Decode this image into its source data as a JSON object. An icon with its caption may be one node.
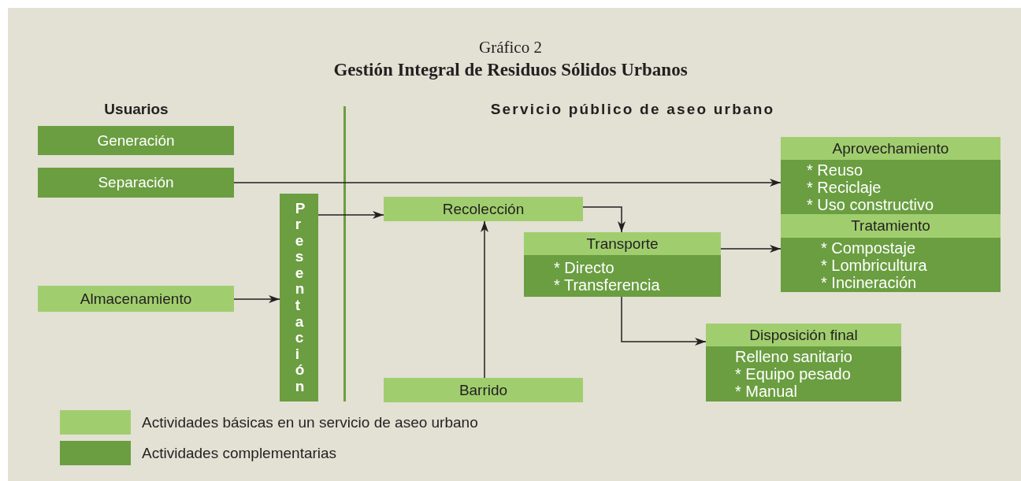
{
  "diagram": {
    "title": "Gestión Integral de Residuos Sólidos Urbanos",
    "nodes": [
      {
        "text": [
          "Generación"
        ]
      },
      {
        "text": [
          "Separación"
        ]
      },
      {
        "text": [
          "Almacenamiento"
        ]
      },
      {
        "text": [
          "Presentación"
        ]
      },
      {
        "text": [
          "Recolección"
        ]
      },
      {
        "text": [
          "Barrido"
        ]
      },
      {
        "text": [
          "Transporte",
          "* Directo",
          "* Transferencia"
        ]
      },
      {
        "text": [
          "Aprovechamiento",
          "* Reuso",
          "* Reciclaje",
          "* Uso constructivo"
        ]
      },
      {
        "text": [
          "Tratamiento",
          "* Compostaje",
          "* Lombricultura",
          "* Incineración"
        ]
      },
      {
        "text": [
          "Disposición final",
          "Relleno sanitario",
          "* Equipo pesado",
          "* Manual"
        ]
      }
    ],
    "edges": [
      {
        "from": 1,
        "to": 7,
        "arrow": "to"
      },
      {
        "from": 3,
        "to": 4,
        "arrow": "to"
      },
      {
        "from": 2,
        "to": 3,
        "arrow": "to"
      },
      {
        "from": 5,
        "to": 4,
        "arrow": "to"
      },
      {
        "from": 4,
        "to": 6,
        "arrow": "to"
      },
      {
        "from": 6,
        "to": 8,
        "arrow": "to"
      },
      {
        "from": 6,
        "to": 9,
        "arrow": "to"
      }
    ],
    "labels": [
      "Gráfico 2",
      "Usuarios",
      "Servicio público de aseo urbano"
    ],
    "legend": [
      {
        "text": "Actividades básicas en un servicio de aseo urbano",
        "color": "#a0ce6e"
      },
      {
        "text": "Actividades complementarias",
        "color": "#6a9e40"
      }
    ]
  }
}
